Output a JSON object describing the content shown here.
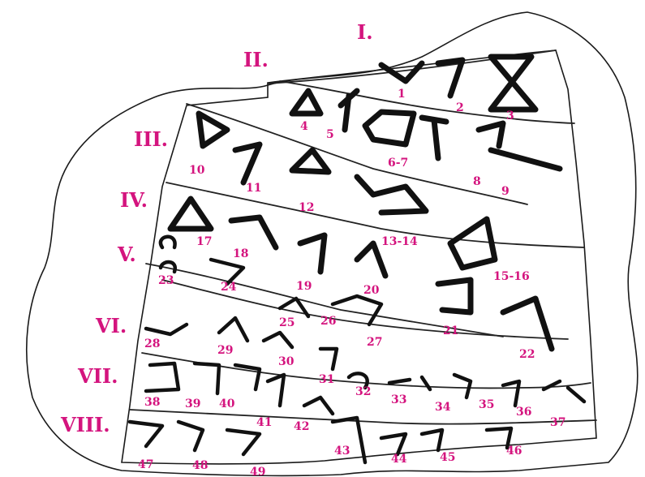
{
  "accent_color": "#d4147e",
  "line_labels": [
    "I.",
    "II.",
    "III.",
    "IV.",
    "V.",
    "VI.",
    "VII.",
    "VIII."
  ],
  "sign_numbers": [
    "1",
    "2",
    "3",
    "4",
    "5",
    "6-7",
    "8",
    "9",
    "10",
    "11",
    "12",
    "13-14",
    "15-16",
    "17",
    "18",
    "19",
    "20",
    "21",
    "22",
    "23",
    "24",
    "25",
    "26",
    "27",
    "28",
    "29",
    "30",
    "31",
    "32",
    "33",
    "34",
    "35",
    "36",
    "37",
    "38",
    "39",
    "40",
    "41",
    "42",
    "43",
    "44",
    "45",
    "46",
    "47",
    "48",
    "49"
  ]
}
